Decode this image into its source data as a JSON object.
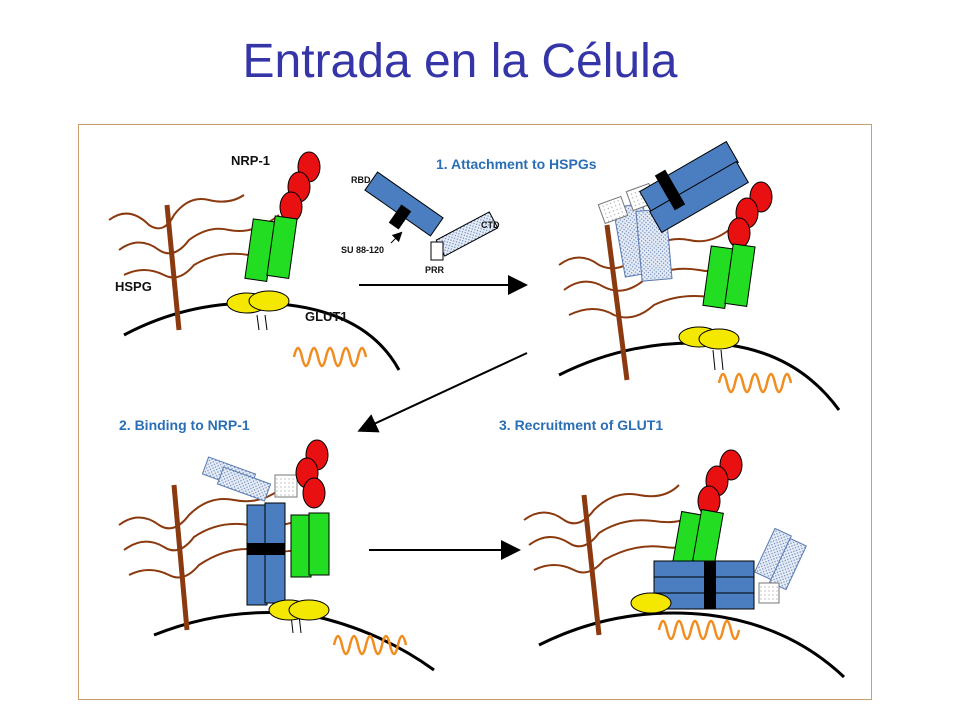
{
  "title": "Entrada en la Célula",
  "labels": {
    "nrp1": "NRP-1",
    "hspg": "HSPG",
    "glut1": "GLUT1",
    "rbd": "RBD",
    "ctd": "CTD",
    "prr": "PRR",
    "su": "SU 88-120"
  },
  "steps": {
    "s1": "1. Attachment to HSPGs",
    "s2": "2. Binding to NRP-1",
    "s3": "3. Recruitment of GLUT1"
  },
  "colors": {
    "title": "#3535a8",
    "step_text": "#2a6fb5",
    "hspg": "#8b3a10",
    "nrp1_red": "#e81010",
    "nrp1_green": "#22dd22",
    "glut1_yellow": "#f4e800",
    "glut1_orange": "#f08c20",
    "envelope_blue": "#4a7ec0"
  }
}
